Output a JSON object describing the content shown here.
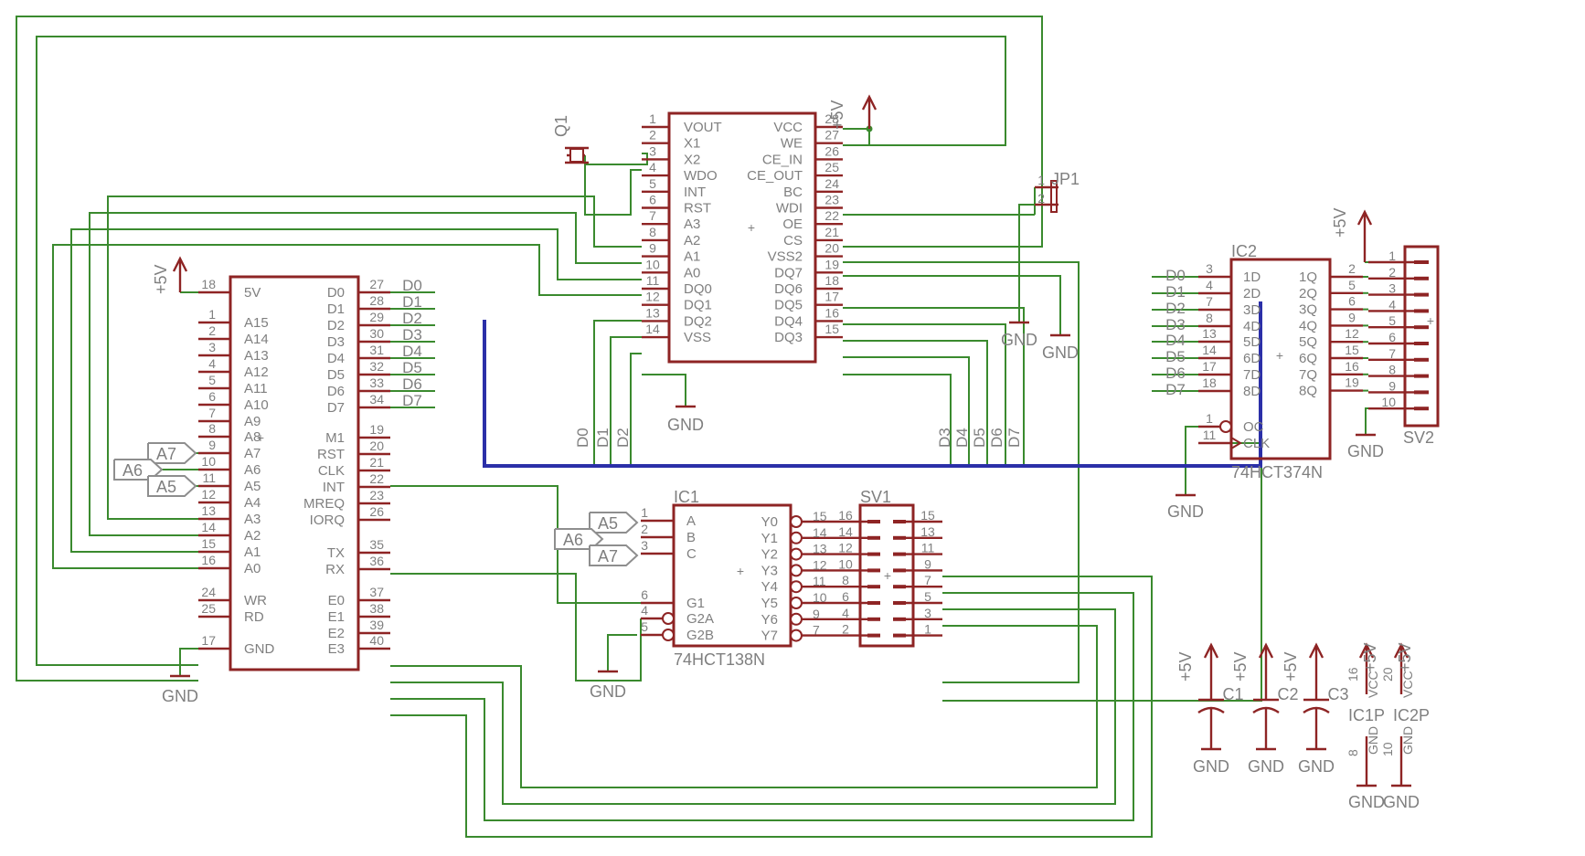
{
  "parts": {
    "rtc": {
      "name": "",
      "value": "",
      "left_pins": [
        {
          "num": "1",
          "name": "VOUT"
        },
        {
          "num": "2",
          "name": "X1"
        },
        {
          "num": "3",
          "name": "X2"
        },
        {
          "num": "4",
          "name": "WDO"
        },
        {
          "num": "5",
          "name": "INT"
        },
        {
          "num": "6",
          "name": "RST"
        },
        {
          "num": "7",
          "name": "A3"
        },
        {
          "num": "8",
          "name": "A2"
        },
        {
          "num": "9",
          "name": "A1"
        },
        {
          "num": "10",
          "name": "A0"
        },
        {
          "num": "11",
          "name": "DQ0"
        },
        {
          "num": "12",
          "name": "DQ1"
        },
        {
          "num": "13",
          "name": "DQ2"
        },
        {
          "num": "14",
          "name": "VSS"
        }
      ],
      "right_pins": [
        {
          "num": "28",
          "name": "VCC"
        },
        {
          "num": "27",
          "name": "WE"
        },
        {
          "num": "26",
          "name": "CE_IN"
        },
        {
          "num": "25",
          "name": "CE_OUT"
        },
        {
          "num": "24",
          "name": "BC"
        },
        {
          "num": "23",
          "name": "WDI"
        },
        {
          "num": "22",
          "name": "OE"
        },
        {
          "num": "21",
          "name": "CS"
        },
        {
          "num": "20",
          "name": "VSS2"
        },
        {
          "num": "19",
          "name": "DQ7"
        },
        {
          "num": "18",
          "name": "DQ6"
        },
        {
          "num": "17",
          "name": "DQ5"
        },
        {
          "num": "16",
          "name": "DQ4"
        },
        {
          "num": "15",
          "name": "DQ3"
        }
      ]
    },
    "cpu": {
      "left_pins": [
        {
          "num": "18",
          "name": "5V"
        },
        {
          "num": "1",
          "name": "A15"
        },
        {
          "num": "2",
          "name": "A14"
        },
        {
          "num": "3",
          "name": "A13"
        },
        {
          "num": "4",
          "name": "A12"
        },
        {
          "num": "5",
          "name": "A11"
        },
        {
          "num": "6",
          "name": "A10"
        },
        {
          "num": "7",
          "name": "A9"
        },
        {
          "num": "8",
          "name": "A8"
        },
        {
          "num": "9",
          "name": "A7"
        },
        {
          "num": "10",
          "name": "A6"
        },
        {
          "num": "11",
          "name": "A5"
        },
        {
          "num": "12",
          "name": "A4"
        },
        {
          "num": "13",
          "name": "A3"
        },
        {
          "num": "14",
          "name": "A2"
        },
        {
          "num": "15",
          "name": "A1"
        },
        {
          "num": "16",
          "name": "A0"
        },
        {
          "num": "24",
          "name": "WR"
        },
        {
          "num": "25",
          "name": "RD"
        },
        {
          "num": "17",
          "name": "GND"
        }
      ],
      "right_pins": [
        {
          "num": "27",
          "name": "D0"
        },
        {
          "num": "28",
          "name": "D1"
        },
        {
          "num": "29",
          "name": "D2"
        },
        {
          "num": "30",
          "name": "D3"
        },
        {
          "num": "31",
          "name": "D4"
        },
        {
          "num": "32",
          "name": "D5"
        },
        {
          "num": "33",
          "name": "D6"
        },
        {
          "num": "34",
          "name": "D7"
        },
        {
          "num": "19",
          "name": "M1"
        },
        {
          "num": "20",
          "name": "RST"
        },
        {
          "num": "21",
          "name": "CLK"
        },
        {
          "num": "22",
          "name": "INT"
        },
        {
          "num": "23",
          "name": "MREQ"
        },
        {
          "num": "26",
          "name": "IORQ"
        },
        {
          "num": "35",
          "name": "TX"
        },
        {
          "num": "36",
          "name": "RX"
        },
        {
          "num": "37",
          "name": "E0"
        },
        {
          "num": "38",
          "name": "E1"
        },
        {
          "num": "39",
          "name": "E2"
        },
        {
          "num": "40",
          "name": "E3"
        }
      ]
    },
    "ic1": {
      "name": "IC1",
      "value": "74HCT138N",
      "left_pins": [
        {
          "num": "1",
          "name": "A"
        },
        {
          "num": "2",
          "name": "B"
        },
        {
          "num": "3",
          "name": "C"
        },
        {
          "num": "6",
          "name": "G1"
        },
        {
          "num": "4",
          "name": "G2A"
        },
        {
          "num": "5",
          "name": "G2B"
        }
      ],
      "right_pins": [
        {
          "num": "15",
          "name": "Y0"
        },
        {
          "num": "14",
          "name": "Y1"
        },
        {
          "num": "13",
          "name": "Y2"
        },
        {
          "num": "12",
          "name": "Y3"
        },
        {
          "num": "11",
          "name": "Y4"
        },
        {
          "num": "10",
          "name": "Y5"
        },
        {
          "num": "9",
          "name": "Y6"
        },
        {
          "num": "7",
          "name": "Y7"
        }
      ]
    },
    "ic2": {
      "name": "IC2",
      "value": "74HCT374N",
      "left_pins": [
        {
          "num": "3",
          "name": "1D"
        },
        {
          "num": "4",
          "name": "2D"
        },
        {
          "num": "7",
          "name": "3D"
        },
        {
          "num": "8",
          "name": "4D"
        },
        {
          "num": "13",
          "name": "5D"
        },
        {
          "num": "14",
          "name": "6D"
        },
        {
          "num": "17",
          "name": "7D"
        },
        {
          "num": "18",
          "name": "8D"
        },
        {
          "num": "1",
          "name": "OC"
        },
        {
          "num": "11",
          "name": "CLK"
        }
      ],
      "right_pins": [
        {
          "num": "2",
          "name": "1Q"
        },
        {
          "num": "5",
          "name": "2Q"
        },
        {
          "num": "6",
          "name": "3Q"
        },
        {
          "num": "9",
          "name": "4Q"
        },
        {
          "num": "12",
          "name": "5Q"
        },
        {
          "num": "15",
          "name": "6Q"
        },
        {
          "num": "16",
          "name": "7Q"
        },
        {
          "num": "19",
          "name": "8Q"
        }
      ]
    },
    "sv1": {
      "name": "SV1",
      "left_nums": [
        "16",
        "14",
        "12",
        "10",
        "8",
        "6",
        "4",
        "2"
      ],
      "right_nums": [
        "15",
        "13",
        "11",
        "9",
        "7",
        "5",
        "3",
        "1"
      ]
    },
    "sv2": {
      "name": "SV2",
      "nums": [
        "1",
        "2",
        "3",
        "4",
        "5",
        "6",
        "7",
        "8",
        "9",
        "10"
      ]
    },
    "q1": {
      "name": "Q1"
    },
    "jp1": {
      "name": "JP1",
      "pins": [
        "1",
        "2"
      ]
    },
    "caps": [
      {
        "name": "C1"
      },
      {
        "name": "C2"
      },
      {
        "name": "C3"
      }
    ],
    "power_pins": [
      {
        "name": "IC1P",
        "vcc_num": "16",
        "gnd_num": "8",
        "vcc": "VCC",
        "gnd": "GND"
      },
      {
        "name": "IC2P",
        "vcc_num": "20",
        "gnd_num": "10",
        "vcc": "VCC",
        "gnd": "GND"
      }
    ]
  },
  "nets": {
    "vcc": "+5V",
    "gnd": "GND",
    "cpu_data": [
      "D0",
      "D1",
      "D2",
      "D3",
      "D4",
      "D5",
      "D6",
      "D7"
    ],
    "ic2_data": [
      "D0",
      "D1",
      "D2",
      "D3",
      "D4",
      "D5",
      "D6",
      "D7"
    ],
    "rtc_data_low": [
      "D0",
      "D1",
      "D2"
    ],
    "rtc_data_high": [
      "D3",
      "D4",
      "D5",
      "D6",
      "D7"
    ],
    "cpu_addr_flags": [
      "A7",
      "A6",
      "A5"
    ],
    "ic1_addr_flags": [
      "A5",
      "A6",
      "A7"
    ]
  }
}
